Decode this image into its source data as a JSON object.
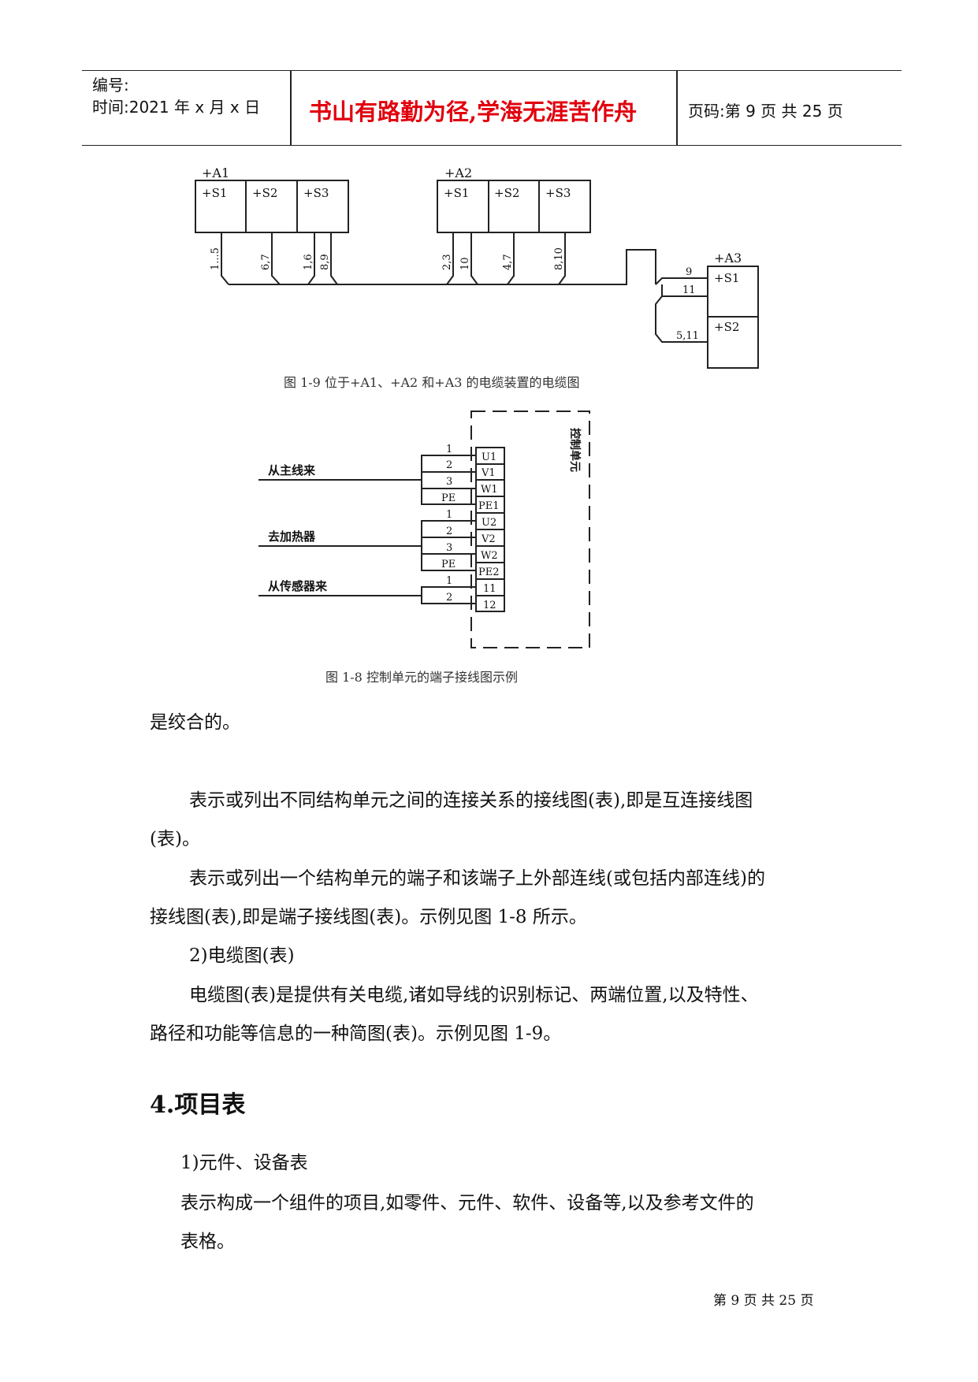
{
  "header": {
    "number_label": "编号:",
    "time_label": "时间:2021 年 x 月 x 日",
    "motto": "书山有路勤为径,学海无涯苦作舟",
    "page_label": "页码:第 9 页  共 25 页"
  },
  "figure_cable": {
    "groups": [
      "+A1",
      "+A2",
      "+A3"
    ],
    "a1_slots": [
      "+S1",
      "+S2",
      "+S3"
    ],
    "a2_slots": [
      "+S1",
      "+S2",
      "+S3"
    ],
    "a3_slots": [
      "+S1",
      "+S2"
    ],
    "wire_labels": [
      "1...5",
      "6,7",
      "1,6",
      "8,9",
      "2,3",
      "10",
      "4,7",
      "8,10"
    ],
    "a3_wire_labels": [
      "9",
      "11",
      "5,11"
    ],
    "caption": "图 1-9  位于+A1、+A2 和+A3 的电缆装置的电缆图"
  },
  "figure_terminal": {
    "unit_label": "控制单元",
    "sources": [
      "从主线来",
      "去加热器",
      "从传感器来"
    ],
    "wire_numbers": [
      "1",
      "2",
      "3",
      "PE",
      "1",
      "2",
      "3",
      "PE",
      "1",
      "2"
    ],
    "terminals": [
      "U1",
      "V1",
      "W1",
      "PE1",
      "U2",
      "V2",
      "W2",
      "PE2",
      "11",
      "12"
    ],
    "caption": "图 1-8  控制单元的端子接线图示例"
  },
  "body": {
    "line1": "是绞合的。",
    "p1_line1": "表示或列出不同结构单元之间的连接关系的接线图(表),即是互连接线图",
    "p1_line2": "(表)。",
    "p2_line1": "表示或列出一个结构单元的端子和该端子上外部连线(或包括内部连线)的",
    "p2_line2": "接线图(表),即是端子接线图(表)。示例见图 1-8 所示。",
    "item2": "2)电缆图(表)",
    "p3_line1": "电缆图(表)是提供有关电缆,诸如导线的识别标记、两端位置,以及特性、",
    "p3_line2": "路径和功能等信息的一种简图(表)。示例见图 1-9。"
  },
  "section": {
    "heading": "4.项目表",
    "item1": "1)元件、设备表",
    "text_line1": "表示构成一个组件的项目,如零件、元件、软件、设备等,以及参考文件的",
    "text_line2": "表格。"
  },
  "footer": {
    "page": "第  9  页  共  25  页"
  }
}
